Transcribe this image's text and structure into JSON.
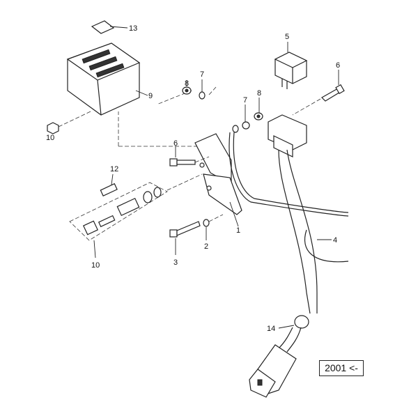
{
  "diagram": {
    "callouts": [
      "13",
      "5",
      "6",
      "7",
      "8",
      "9",
      "10",
      "7",
      "8",
      "6",
      "12",
      "1",
      "4",
      "2",
      "3",
      "10",
      "14"
    ],
    "version_tag": "2001 <-"
  }
}
